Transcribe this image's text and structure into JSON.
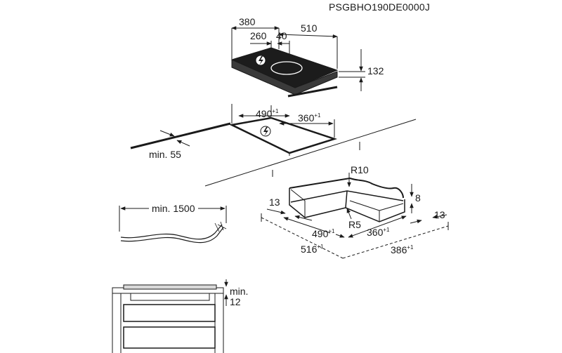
{
  "product_code": "PSGBHO190DE0000J",
  "hob": {
    "dim_depth": "380",
    "dim_width": "510",
    "dim_zone_offset": "260",
    "dim_zone_gap": "40",
    "dim_height": "132"
  },
  "cutout": {
    "dim_width": "490",
    "dim_width_tol": "+1",
    "dim_depth": "360",
    "dim_depth_tol": "+1",
    "dim_front_edge": "min. 55"
  },
  "cable": {
    "dim_length": "min. 1500"
  },
  "frame": {
    "dim_radius_outer": "R10",
    "dim_radius_inner": "R5",
    "dim_lip": "8",
    "dim_left": "13",
    "dim_right": "13",
    "dim_inner_width": "490",
    "dim_inner_width_tol": "+1",
    "dim_inner_depth": "360",
    "dim_inner_depth_tol": "+1",
    "dim_outer_width": "516",
    "dim_outer_width_tol": "+1",
    "dim_outer_depth": "386",
    "dim_outer_depth_tol": "+1"
  },
  "installation": {
    "dim_clearance_label": "min.",
    "dim_clearance_value": "12"
  },
  "icons": [
    "electrical-hazard-icon"
  ]
}
